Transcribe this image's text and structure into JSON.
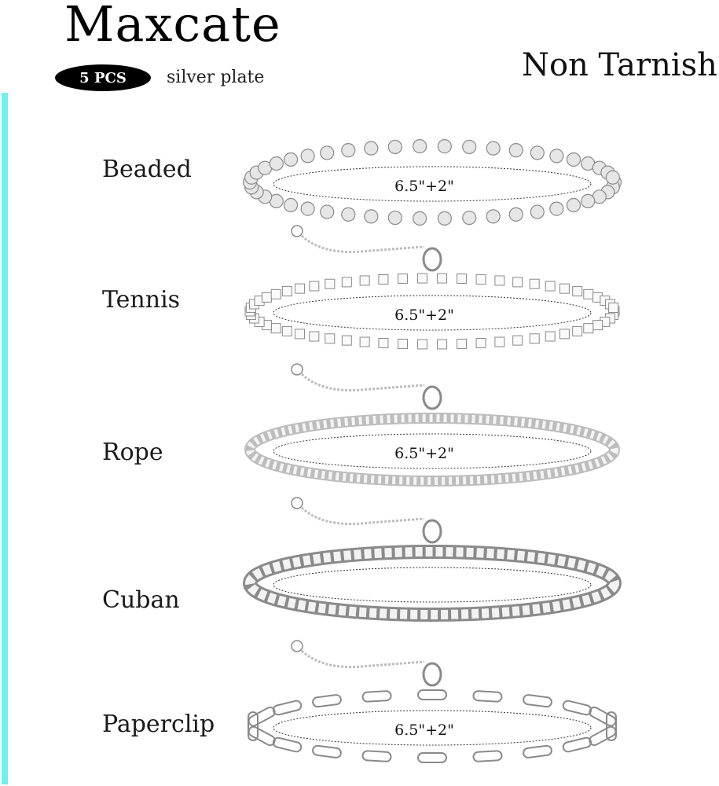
{
  "brand": "Maxcate",
  "badge": "5 PCS",
  "plate": "silver plate",
  "tagline": "Non Tarnish",
  "colors": {
    "accent": "#6ef0ec",
    "metal": "#bdbdbd",
    "metal_dark": "#8a8a8a"
  },
  "bracelets": [
    {
      "name": "Beaded",
      "size": "6.5\"+2\"",
      "style": "beads"
    },
    {
      "name": "Tennis",
      "size": "6.5\"+2\"",
      "style": "tennis"
    },
    {
      "name": "Rope",
      "size": "6.5\"+2\"",
      "style": "rope"
    },
    {
      "name": "Cuban",
      "size": "",
      "style": "cuban"
    },
    {
      "name": "Paperclip",
      "size": "6.5\"+2\"",
      "style": "paperclip"
    }
  ]
}
